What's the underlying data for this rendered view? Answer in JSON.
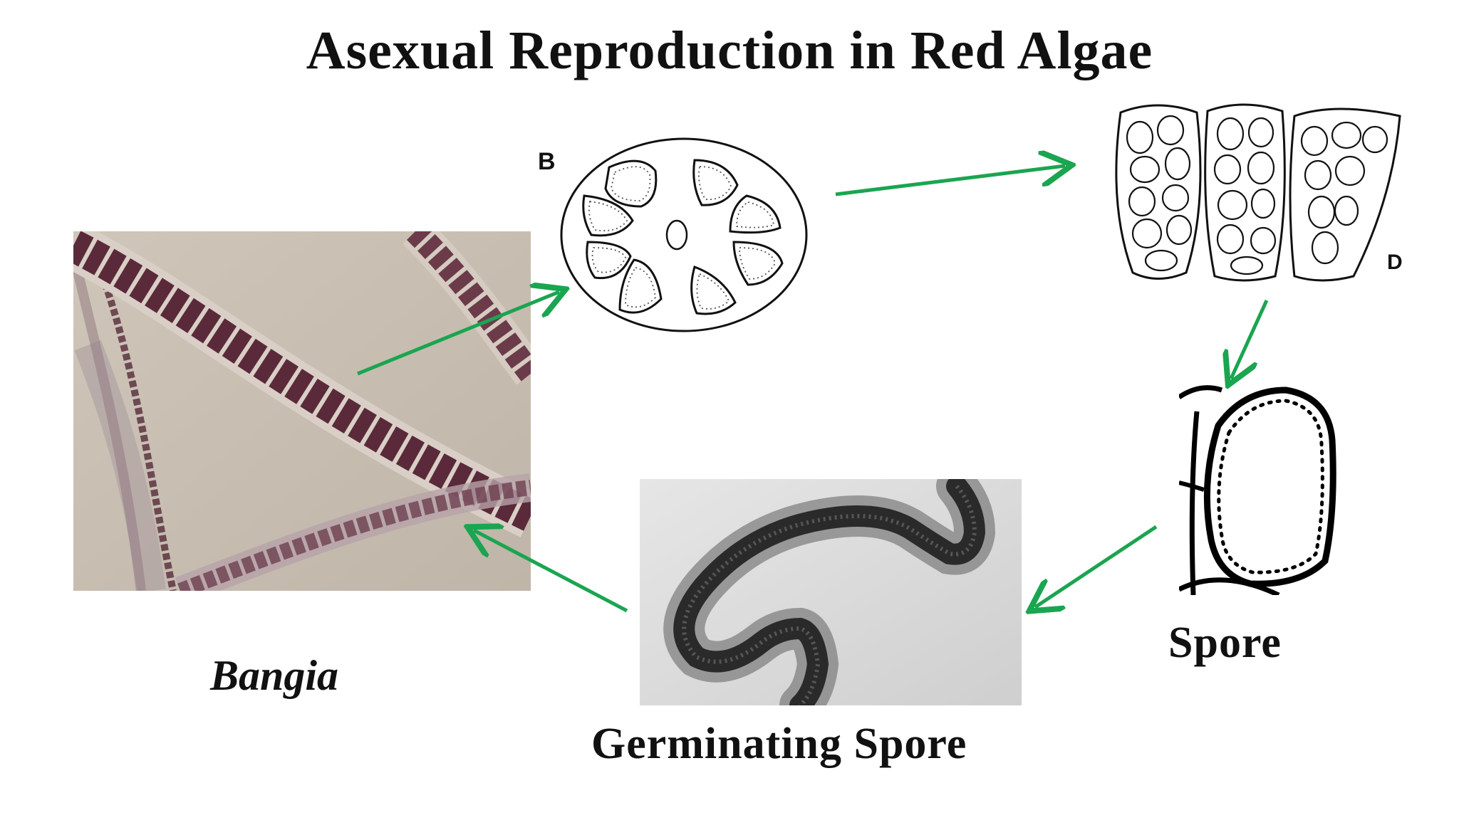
{
  "title": "Asexual Reproduction in Red Algae",
  "labels": {
    "bangia": "Bangia",
    "germinating_spore": "Germinating Spore",
    "spore": "Spore"
  },
  "figure_letters": {
    "cross_section": "B",
    "sporangia": "D"
  },
  "colors": {
    "arrow": "#1aa550",
    "micrograph_bg": "#c7beb1",
    "filament": "#6b3b4a"
  }
}
